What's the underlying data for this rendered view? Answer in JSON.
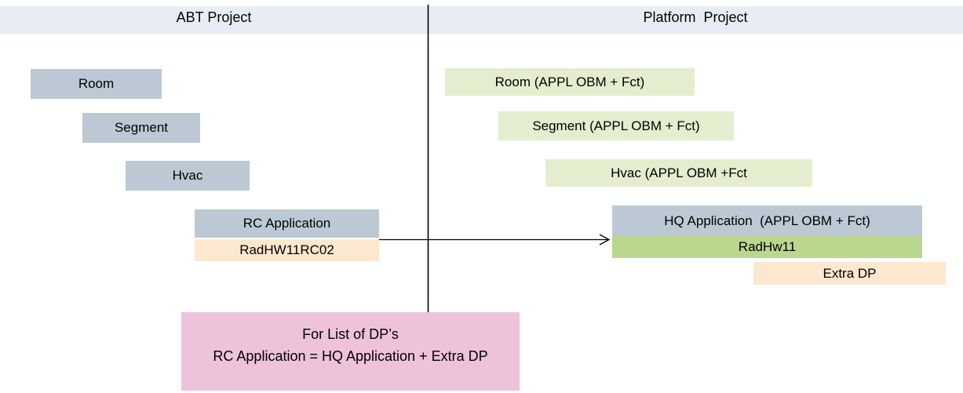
{
  "header": {
    "left_title": "ABT Project",
    "right_title": "Platform  Project"
  },
  "left_column": {
    "name": "ABT Project",
    "boxes": [
      {
        "label": "Room"
      },
      {
        "label": "Segment"
      },
      {
        "label": "Hvac"
      },
      {
        "label": "RC Application"
      },
      {
        "label": "RadHW11RC02"
      }
    ]
  },
  "right_column": {
    "name": "Platform Project",
    "boxes": [
      {
        "label": "Room (APPL OBM + Fct)"
      },
      {
        "label": "Segment (APPL OBM + Fct)"
      },
      {
        "label": "Hvac (APPL OBM +Fct"
      },
      {
        "label": "HQ Application  (APPL OBM + Fct)"
      },
      {
        "label": "RadHw11"
      },
      {
        "label": "Extra DP"
      }
    ]
  },
  "mapping_arrow": {
    "from": "RadHW11RC02",
    "to": "RadHw11"
  },
  "note_box": {
    "line1": "For List of DP’s",
    "line2": "RC Application = HQ Application + Extra DP"
  },
  "colors": {
    "header_band": "#e8edf3",
    "abt_box_blue": "#bcc9d4",
    "platform_box_light_green": "#e5edcf",
    "radhw11_green": "#b9d78e",
    "peach": "#fce7cf",
    "note_pink": "#efc2dc",
    "line": "#000000"
  }
}
